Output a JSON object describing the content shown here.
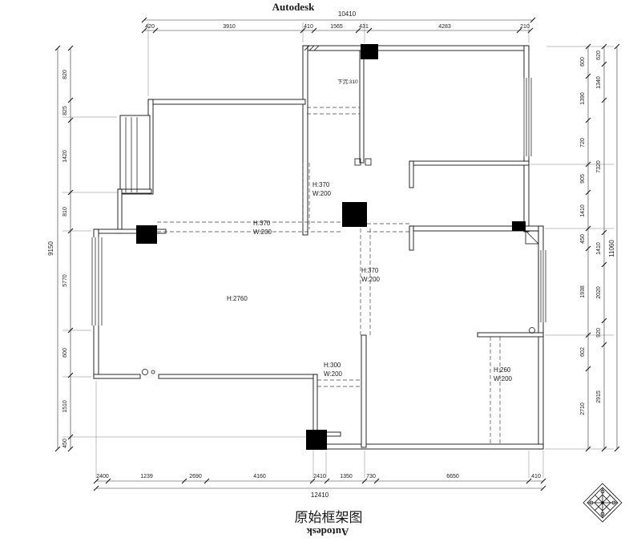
{
  "header": {
    "brand": "Autodesk"
  },
  "plan": {
    "annotations": {
      "sunken": "下沉:310",
      "beam_top": {
        "h": "H:370",
        "w": "W:200"
      },
      "beam_center": {
        "h": "H:370",
        "w": "W:200"
      },
      "beam_middle": {
        "h": "H:370",
        "w": "W:200"
      },
      "room_height": "H:2760",
      "beam_bottom": {
        "h": "H:300",
        "w": "W:200"
      },
      "beam_right": {
        "h": "H:260",
        "w": "W:200"
      }
    }
  },
  "dimensions": {
    "top_overall": "10410",
    "top_segments": [
      "420",
      "3910",
      "410",
      "1565",
      "431",
      "4283",
      "210"
    ],
    "left_overall": "9150",
    "left_segments": [
      "820",
      "825",
      "1420",
      "810",
      "5770",
      "600",
      "1510",
      "450"
    ],
    "right_inner_segments": [
      "600",
      "1390",
      "720",
      "905",
      "1410",
      "450",
      "1938",
      "602",
      "2710"
    ],
    "right_outer_segments": [
      "620",
      "1340",
      "7320",
      "1410",
      "2020",
      "920",
      "2915"
    ],
    "right_overall": "11060",
    "bottom_segments": [
      "2400",
      "1239",
      "2690",
      "4160",
      "2410",
      "1350",
      "730",
      "6650",
      "410"
    ],
    "bottom_overall": "12410"
  },
  "footer": {
    "title": "原始框架图",
    "brand": "Autodesk"
  }
}
